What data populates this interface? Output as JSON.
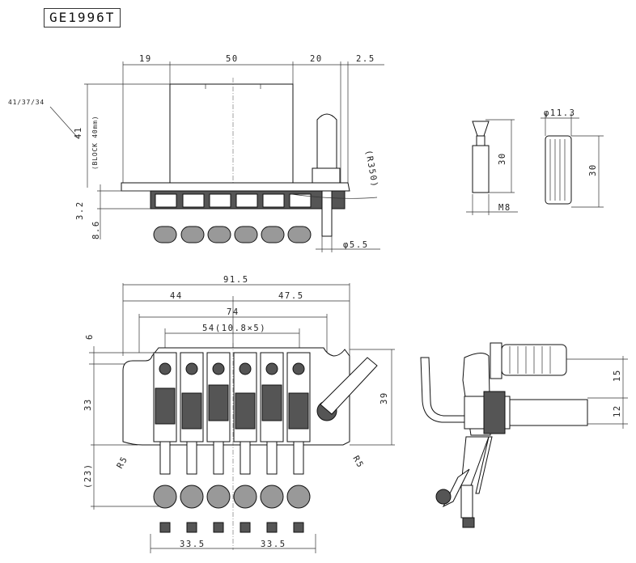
{
  "title": "GE1996T",
  "top_view": {
    "dim_19": "19",
    "dim_50": "50",
    "dim_20": "20",
    "dim_2_5": "2.5",
    "block_sizes": "41/37/34",
    "dim_41": "41",
    "block_note": "(BLOCK 40mm)",
    "dim_3_2": "3.2",
    "dim_8_6": "8.6",
    "radius_350": "(R350)",
    "dia_5_5": "φ5.5"
  },
  "arm_parts": {
    "tip_height": "30",
    "thread": "M8",
    "cap_dia": "φ11.3",
    "cap_height": "30"
  },
  "plan_view": {
    "width_91_5": "91.5",
    "dim_44": "44",
    "dim_47_5": "47.5",
    "dim_74": "74",
    "spacing": "54(10.8×5)",
    "dim_6": "6",
    "dim_33": "33",
    "dim_23": "(23)",
    "dim_39": "39",
    "radius_left": "R5",
    "radius_right": "R5",
    "half_left": "33.5",
    "half_right": "33.5"
  },
  "side_view": {
    "dim_15": "15",
    "dim_12": "12"
  }
}
